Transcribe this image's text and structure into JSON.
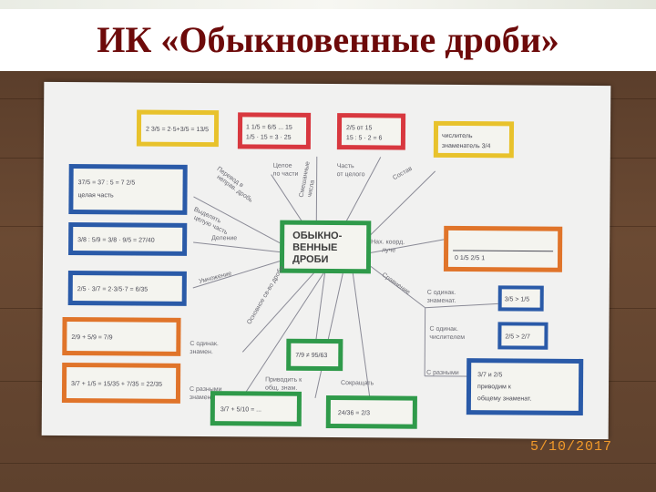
{
  "title": "ИК «Обыкновенные дроби»",
  "date_stamp": "5/10/2017",
  "colors": {
    "title": "#6d0a0a",
    "red_box": "#d8383f",
    "yellow_box": "#e8c22c",
    "blue_box": "#2a5aa8",
    "green_box": "#2f9a4a",
    "orange_box": "#e0742a",
    "date": "#f29a2a"
  },
  "map": {
    "center": [
      "ОБЫКНО-",
      "ВЕННЫЕ",
      "ДРОБИ"
    ],
    "labels": {
      "whole_by_part": [
        "Целое",
        "по части"
      ],
      "part_of_whole": [
        "Часть",
        "от целого"
      ],
      "on_ray": [
        "Нах. коорд.",
        "луче"
      ],
      "division": "Деление",
      "multiplication": "Умножение",
      "comparison_same_den": [
        "С одинак.",
        "знаменат."
      ],
      "comparison_same_num": [
        "С одинак.",
        "числителем"
      ],
      "comparison_diff": "С разными",
      "addition_same": [
        "С одинак.",
        "знамен."
      ],
      "addition_diff": [
        "С разными",
        "знамен."
      ],
      "reduction": "Сокращать",
      "comparison": "Сравнение",
      "basic_property": "Основное св-во дроби",
      "whole_part": [
        "Выделять",
        "целую часть"
      ],
      "improper": [
        "Перевод в",
        "неправ. дробь"
      ],
      "mixed": [
        "Смешанные",
        "числа"
      ],
      "common_den": [
        "Приводить к",
        "общ. знам."
      ],
      "structure": "Состав"
    },
    "boxes": {
      "top_red_1": [
        "1 1/5 = 6/5 ... 15",
        "1/5 · 15 = 3 · 25"
      ],
      "top_red_2": [
        "2/5 от 15",
        "15 : 5 · 2 = 6"
      ],
      "top_yellow_left": "2 3/5 = 2·5+3/5 = 13/5",
      "top_yellow_right": [
        "числитель",
        "знаменатель 3/4"
      ],
      "left_blue_1": [
        "37/5 = 37 : 5 = 7 2/5",
        "целая часть"
      ],
      "left_blue_2": "3/8 : 5/9 = 3/8 · 9/5 = 27/40",
      "left_blue_3": "2/5 · 3/7 = 2·3/5·7 = 6/35",
      "left_orange_1": "2/9 + 5/9 = 7/9",
      "left_orange_2": "3/7 + 1/5 = 15/35 + 7/35 = 22/35",
      "center_green": "7/9 ≠ 95/63",
      "bottom_green_1": "3/7 + 5/10 = ...",
      "bottom_green_2": "24/36 = 2/3",
      "right_orange": "0   1/5  2/5   1",
      "right_blue_1": "3/5 > 1/5",
      "right_blue_2": "2/5 > 2/7",
      "right_blue_3": [
        "3/7 и 2/5",
        "приводим к",
        "общему знаменат."
      ]
    }
  }
}
